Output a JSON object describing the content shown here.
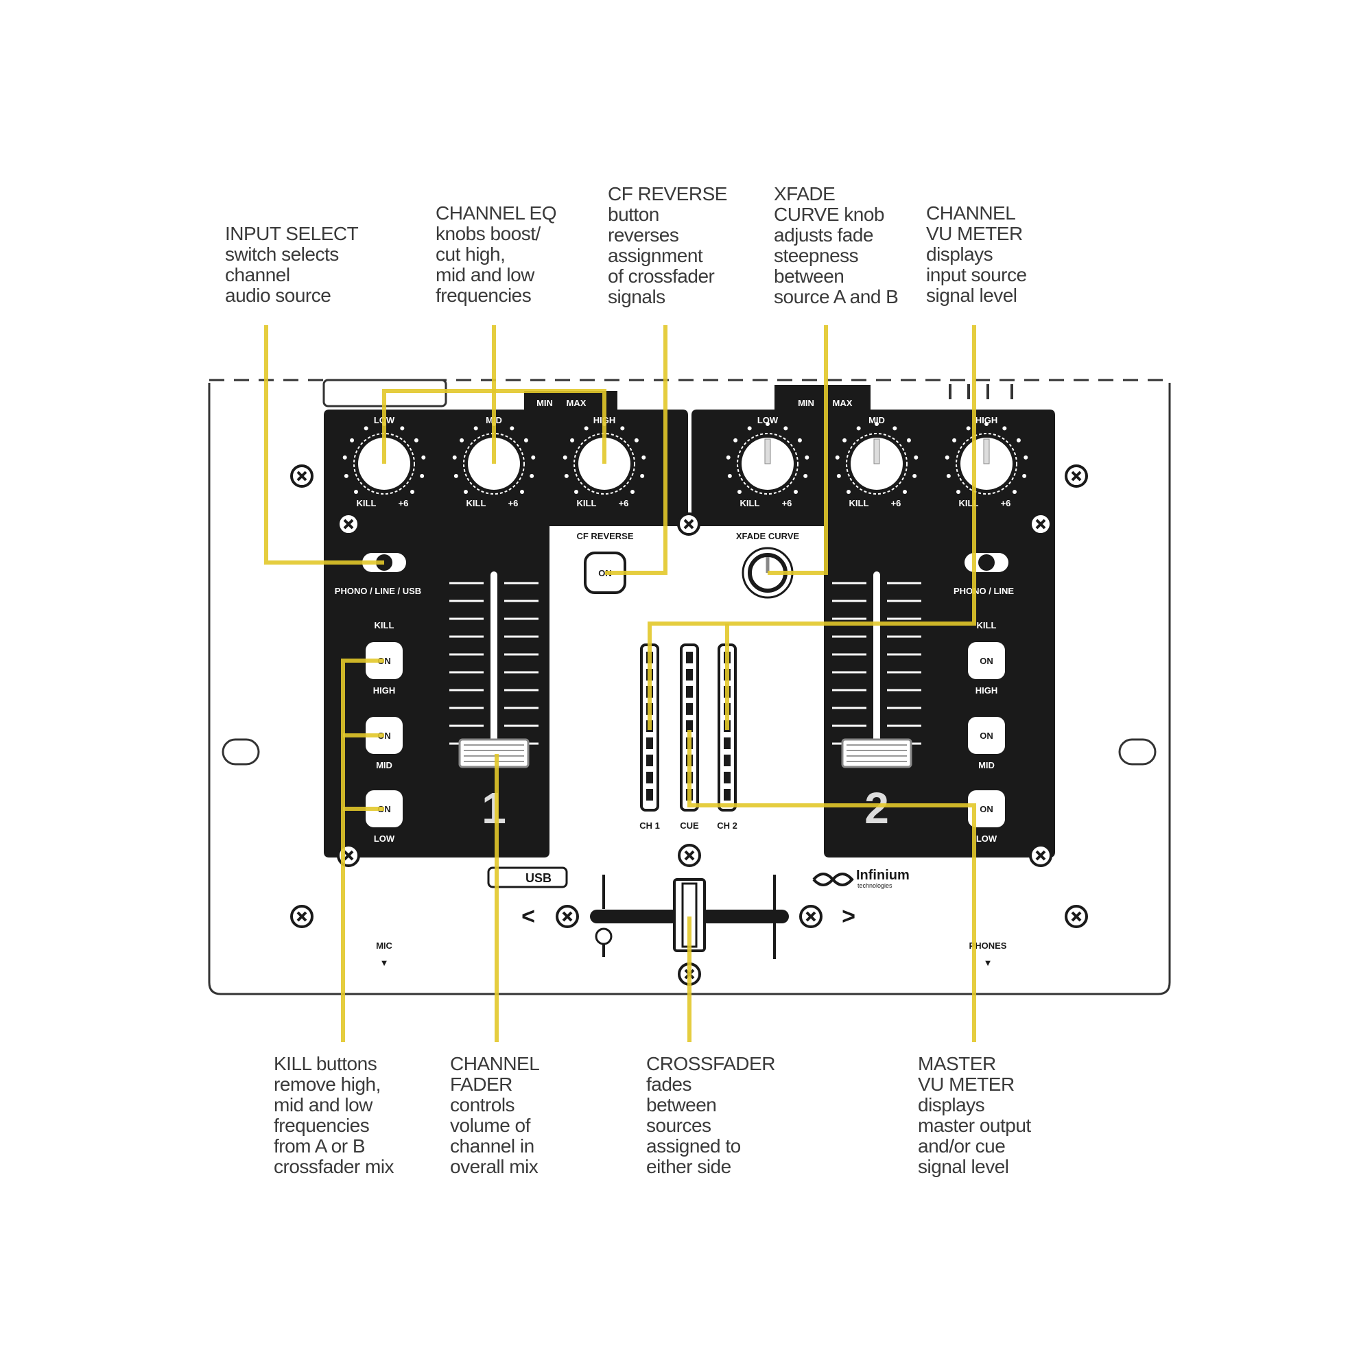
{
  "annotations_top": [
    {
      "id": "input-select",
      "lines": [
        "INPUT SELECT",
        "switch selects",
        "channel",
        "audio source"
      ]
    },
    {
      "id": "channel-eq",
      "lines": [
        "CHANNEL EQ",
        "knobs boost/",
        "cut high,",
        "mid and low",
        "frequencies"
      ]
    },
    {
      "id": "cf-reverse",
      "lines": [
        "CF REVERSE",
        "button",
        "reverses",
        "assignment",
        "of crossfader",
        "signals"
      ]
    },
    {
      "id": "xfade-curve",
      "lines": [
        "XFADE",
        "CURVE knob",
        "adjusts fade",
        "steepness",
        "between",
        "source A and B"
      ]
    },
    {
      "id": "channel-vu",
      "lines": [
        "CHANNEL",
        "VU METER",
        "displays",
        "input source",
        "signal level"
      ]
    }
  ],
  "annotations_bottom": [
    {
      "id": "kill-buttons",
      "lines": [
        "KILL buttons",
        "remove high,",
        "mid and low",
        "frequencies",
        "from A or B",
        "crossfader mix"
      ]
    },
    {
      "id": "channel-fader",
      "lines": [
        "CHANNEL",
        "FADER",
        "controls",
        "volume of",
        "channel in",
        "overall mix"
      ]
    },
    {
      "id": "crossfader",
      "lines": [
        "CROSSFADER",
        "fades",
        "between",
        "sources",
        "assigned to",
        "either side"
      ]
    },
    {
      "id": "master-vu",
      "lines": [
        "MASTER",
        "VU METER",
        "displays",
        "master output",
        "and/or cue",
        "signal level"
      ]
    }
  ],
  "panel": {
    "eq_labels": [
      "LOW",
      "MID",
      "HIGH"
    ],
    "kill_label": "KILL",
    "plus_label": "+6",
    "min_label": "MIN",
    "max_label": "MAX",
    "input_left": "PHONO / LINE / USB",
    "input_right": "PHONO / LINE",
    "kill_section": "KILL",
    "on_label": "ON",
    "kill_bands": [
      "HIGH",
      "MID",
      "LOW"
    ],
    "channel_1": "1",
    "channel_2": "2",
    "cf_reverse": "CF REVERSE",
    "cf_button": "ON",
    "xfade_curve": "XFADE CURVE",
    "meters": [
      "CH 1",
      "CUE",
      "CH 2"
    ],
    "mic": "MIC",
    "phones": "PHONES",
    "left_arrow": "<",
    "right_arrow": ">",
    "usb_logo": "USB",
    "brand": "Infinium",
    "brand_sub": "technologies"
  },
  "colors": {
    "callout": "#e2c82a",
    "panel": "#1a1a1a"
  }
}
